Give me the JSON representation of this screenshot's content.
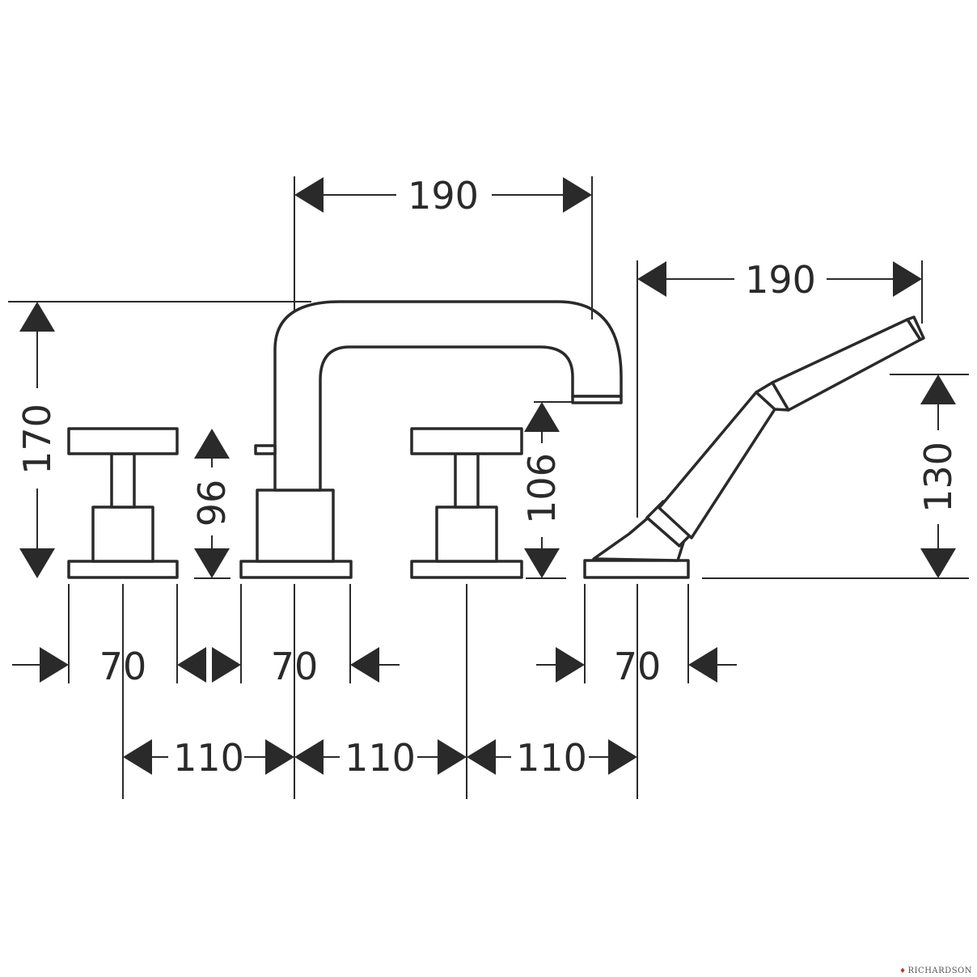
{
  "dimensions": {
    "spout_reach": "190",
    "handshower_reach": "190",
    "total_height": "170",
    "handle_height": "96",
    "spout_height": "106",
    "handshower_height": "130",
    "handle_base_width": "70",
    "spout_base_width": "70",
    "handshower_base_width": "70",
    "spacing_1": "110",
    "spacing_2": "110",
    "spacing_3": "110"
  },
  "brand": "RICHARDSON",
  "colors": {
    "line": "#2a2a2a",
    "background": "#ffffff"
  }
}
